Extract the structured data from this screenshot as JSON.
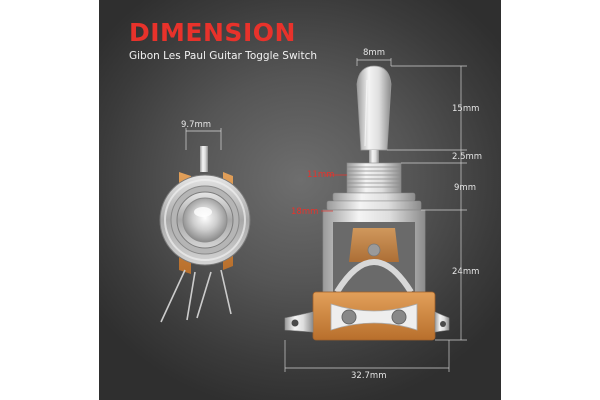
{
  "header": {
    "title": "DIMENSION",
    "subtitle": "Gibon Les Paul Guitar Toggle Switch"
  },
  "dimensions": {
    "width_top": "9.7mm",
    "tip_width": "8mm",
    "tip_height": "15mm",
    "collar_height": "2.5mm",
    "thread_height": "9mm",
    "body_height": "24mm",
    "total_width": "32.7mm",
    "thread_diameter": "11mm",
    "nut_diameter": "18mm"
  },
  "colors": {
    "accent": "#e8322b",
    "background": "#555555",
    "terminal_board": "#d08a3e"
  }
}
